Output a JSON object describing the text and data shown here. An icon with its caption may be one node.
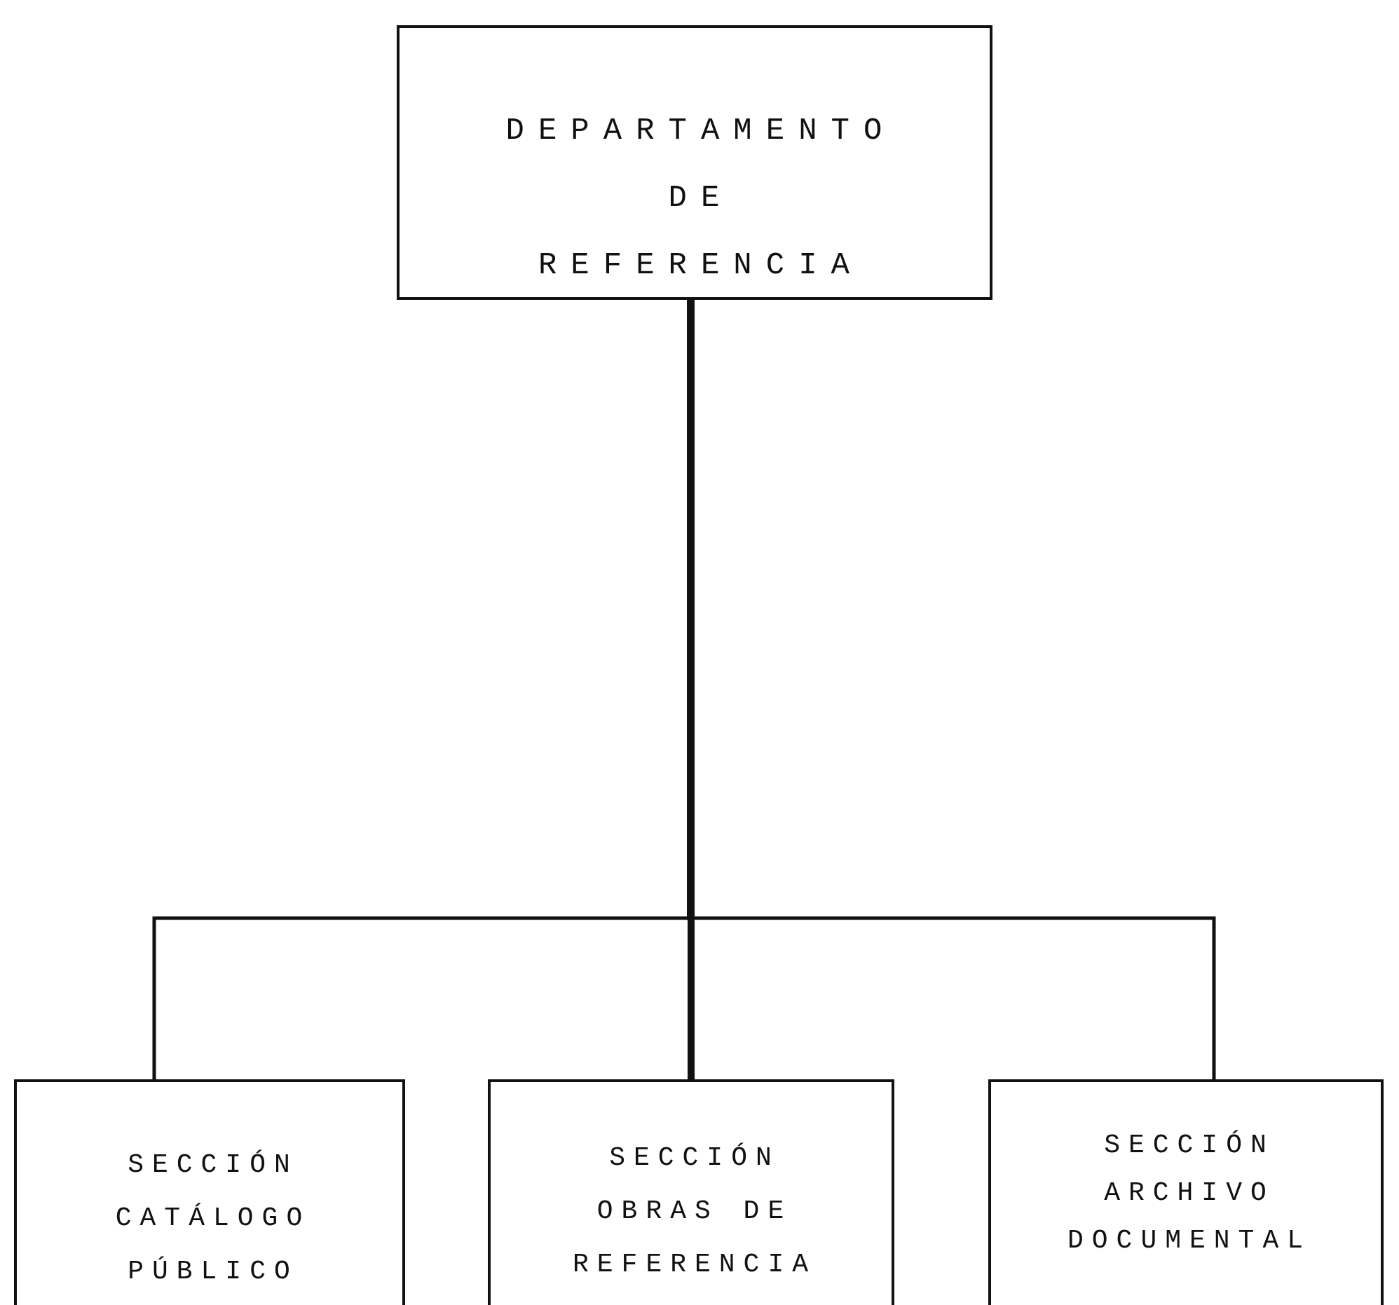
{
  "diagram": {
    "nodes": [
      {
        "text": [
          "DEPARTAMENTO DE REFERENCIA"
        ]
      },
      {
        "text": [
          "SECCIÓN CATÁLOGO PÚBLICO"
        ]
      },
      {
        "text": [
          "SECCIÓN OBRAS DE REFERENCIA"
        ]
      },
      {
        "text": [
          "SECCIÓN ARCHIVO DOCUMENTAL"
        ]
      }
    ],
    "edges": [
      {
        "from": 0,
        "to": 1,
        "arrow": "none"
      },
      {
        "from": 0,
        "to": 2,
        "arrow": "none",
        "style": "thick"
      },
      {
        "from": 0,
        "to": 3,
        "arrow": "none"
      }
    ]
  }
}
